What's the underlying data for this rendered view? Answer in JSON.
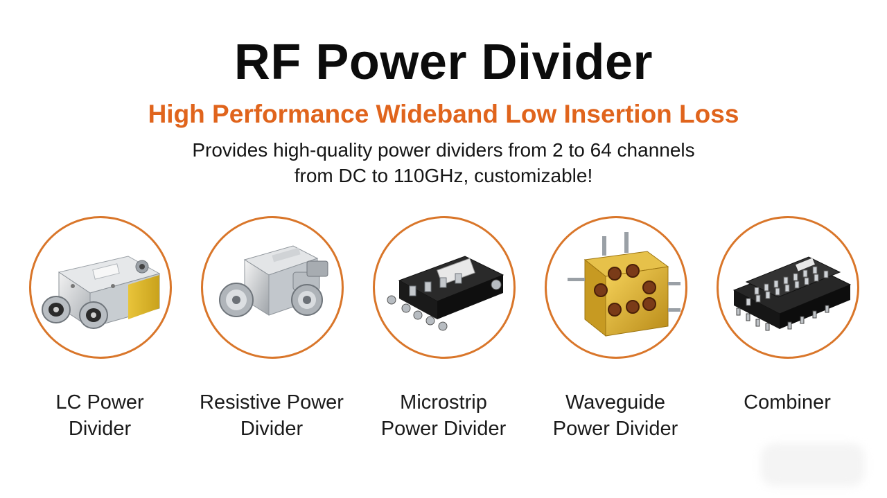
{
  "header": {
    "title": "RF Power Divider",
    "subtitle": "High Performance Wideband Low Insertion Loss",
    "description_line1": "Provides high-quality power dividers from 2 to 64 channels",
    "description_line2": "from DC to 110GHz, customizable!"
  },
  "colors": {
    "accent": "#e0641c",
    "circle_border": "#d9762a",
    "title": "#0c0c0c",
    "text": "#1a1a1a"
  },
  "products": [
    {
      "icon": "lc-power-divider-photo",
      "label_line1": "LC Power",
      "label_line2": "Divider"
    },
    {
      "icon": "resistive-power-divider-photo",
      "label_line1": "Resistive Power",
      "label_line2": "Divider"
    },
    {
      "icon": "microstrip-power-divider-photo",
      "label_line1": "Microstrip",
      "label_line2": "Power Divider"
    },
    {
      "icon": "waveguide-power-divider-photo",
      "label_line1": "Waveguide",
      "label_line2": "Power Divider"
    },
    {
      "icon": "combiner-photo",
      "label_line1": "Combiner",
      "label_line2": ""
    }
  ]
}
